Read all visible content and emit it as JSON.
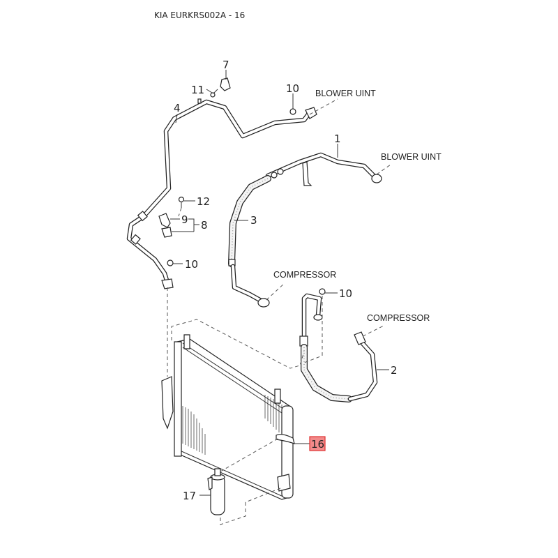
{
  "title": "KIA EURKRS002A - 16",
  "highlight_color": "#f28a8a",
  "highlight_border": "#e03030",
  "parts": [
    {
      "id": "1",
      "label": "1"
    },
    {
      "id": "2",
      "label": "2"
    },
    {
      "id": "3",
      "label": "3"
    },
    {
      "id": "4",
      "label": "4"
    },
    {
      "id": "7",
      "label": "7"
    },
    {
      "id": "8",
      "label": "8"
    },
    {
      "id": "9",
      "label": "9"
    },
    {
      "id": "10",
      "label": "10"
    },
    {
      "id": "11",
      "label": "11"
    },
    {
      "id": "12",
      "label": "12"
    },
    {
      "id": "16",
      "label": "16",
      "highlighted": true
    },
    {
      "id": "17",
      "label": "17"
    }
  ],
  "labels": {
    "p1": "1",
    "p2": "2",
    "p3": "3",
    "p4": "4",
    "p7": "7",
    "p8": "8",
    "p9": "9",
    "p10a": "10",
    "p10b": "10",
    "p10c": "10",
    "p11": "11",
    "p12": "12",
    "p16": "16",
    "p17": "17"
  },
  "destinations": {
    "blower_1": "BLOWER UINT",
    "blower_2": "BLOWER UINT",
    "compressor_1": "COMPRESSOR",
    "compressor_2": "COMPRESSOR"
  }
}
